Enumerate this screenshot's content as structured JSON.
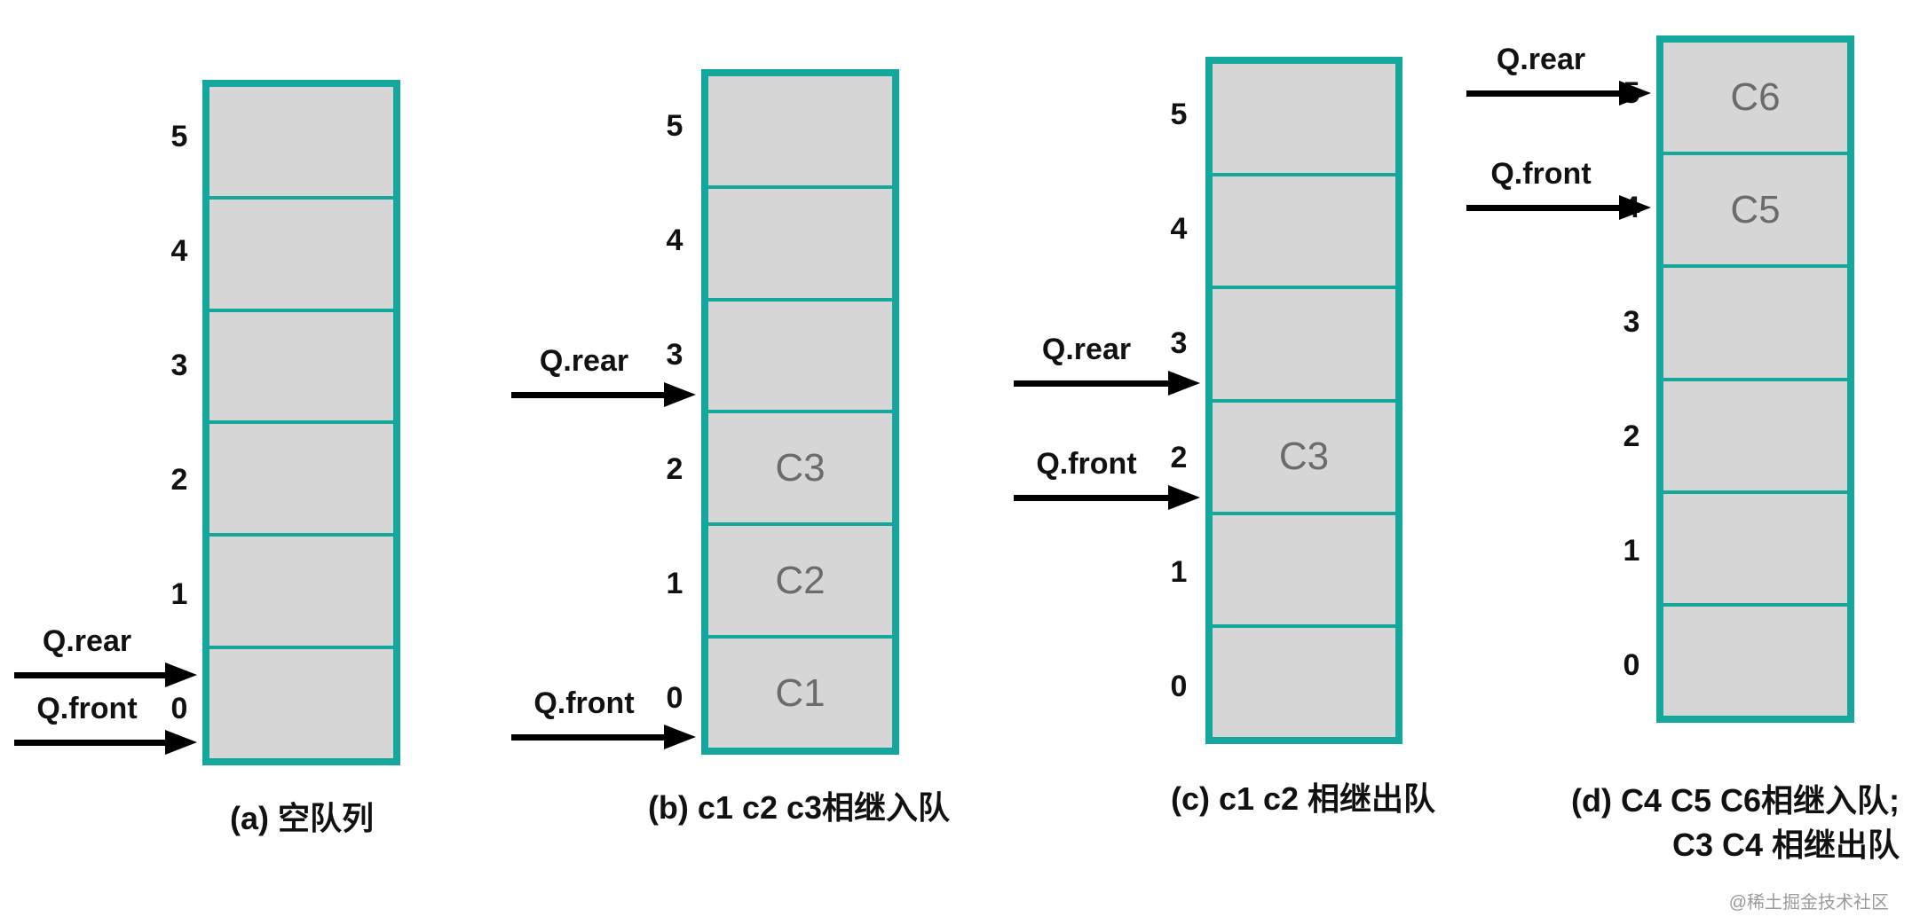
{
  "diagram": {
    "panels": [
      {
        "id": "a",
        "caption": "(a) 空队列",
        "caption_line2": "",
        "cells": [
          "",
          "",
          "",
          "",
          "",
          ""
        ],
        "pointers": [
          {
            "label": "Q.rear",
            "index": 0
          },
          {
            "label": "Q.front",
            "index": 0
          }
        ]
      },
      {
        "id": "b",
        "caption": "(b) c1 c2 c3相继入队",
        "caption_line2": "",
        "cells": [
          "C1",
          "C2",
          "C3",
          "",
          "",
          ""
        ],
        "pointers": [
          {
            "label": "Q.rear",
            "index": 3
          },
          {
            "label": "Q.front",
            "index": 0
          }
        ]
      },
      {
        "id": "c",
        "caption": "(c) c1 c2 相继出队",
        "caption_line2": "",
        "cells": [
          "",
          "",
          "C3",
          "",
          "",
          ""
        ],
        "pointers": [
          {
            "label": "Q.rear",
            "index": 3
          },
          {
            "label": "Q.front",
            "index": 2
          }
        ]
      },
      {
        "id": "d",
        "caption": "(d) C4 C5 C6相继入队;",
        "caption_line2": "C3 C4 相继出队",
        "cells": [
          "",
          "",
          "",
          "",
          "C5",
          "C6"
        ],
        "pointers": [
          {
            "label": "Q.rear",
            "index": 5
          },
          {
            "label": "Q.front",
            "index": 4
          }
        ]
      }
    ],
    "index_labels": [
      "0",
      "1",
      "2",
      "3",
      "4",
      "5"
    ],
    "colors": {
      "box_border": "#14a89c",
      "cell_fill": "#d6d6d6",
      "cell_text": "#6b6b6b",
      "arrow": "#000000"
    },
    "watermark": "@稀土掘金技术社区"
  }
}
